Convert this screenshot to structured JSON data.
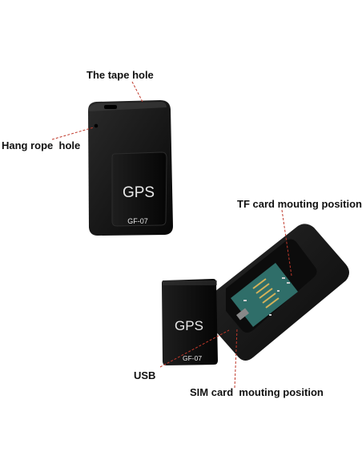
{
  "labels": {
    "tape_hole": "The tape hole",
    "hang_rope_hole": "Hang rope  hole",
    "tf_card": "TF card mouting position",
    "usb": "USB",
    "sim_card": "SIM card  mouting position"
  },
  "device_print": {
    "brand": "GPS",
    "model": "GF-07"
  },
  "colors": {
    "leader_line": "#c0392b",
    "device_body": "#141414",
    "background": "#ffffff",
    "pcb": "#2f6e69"
  }
}
